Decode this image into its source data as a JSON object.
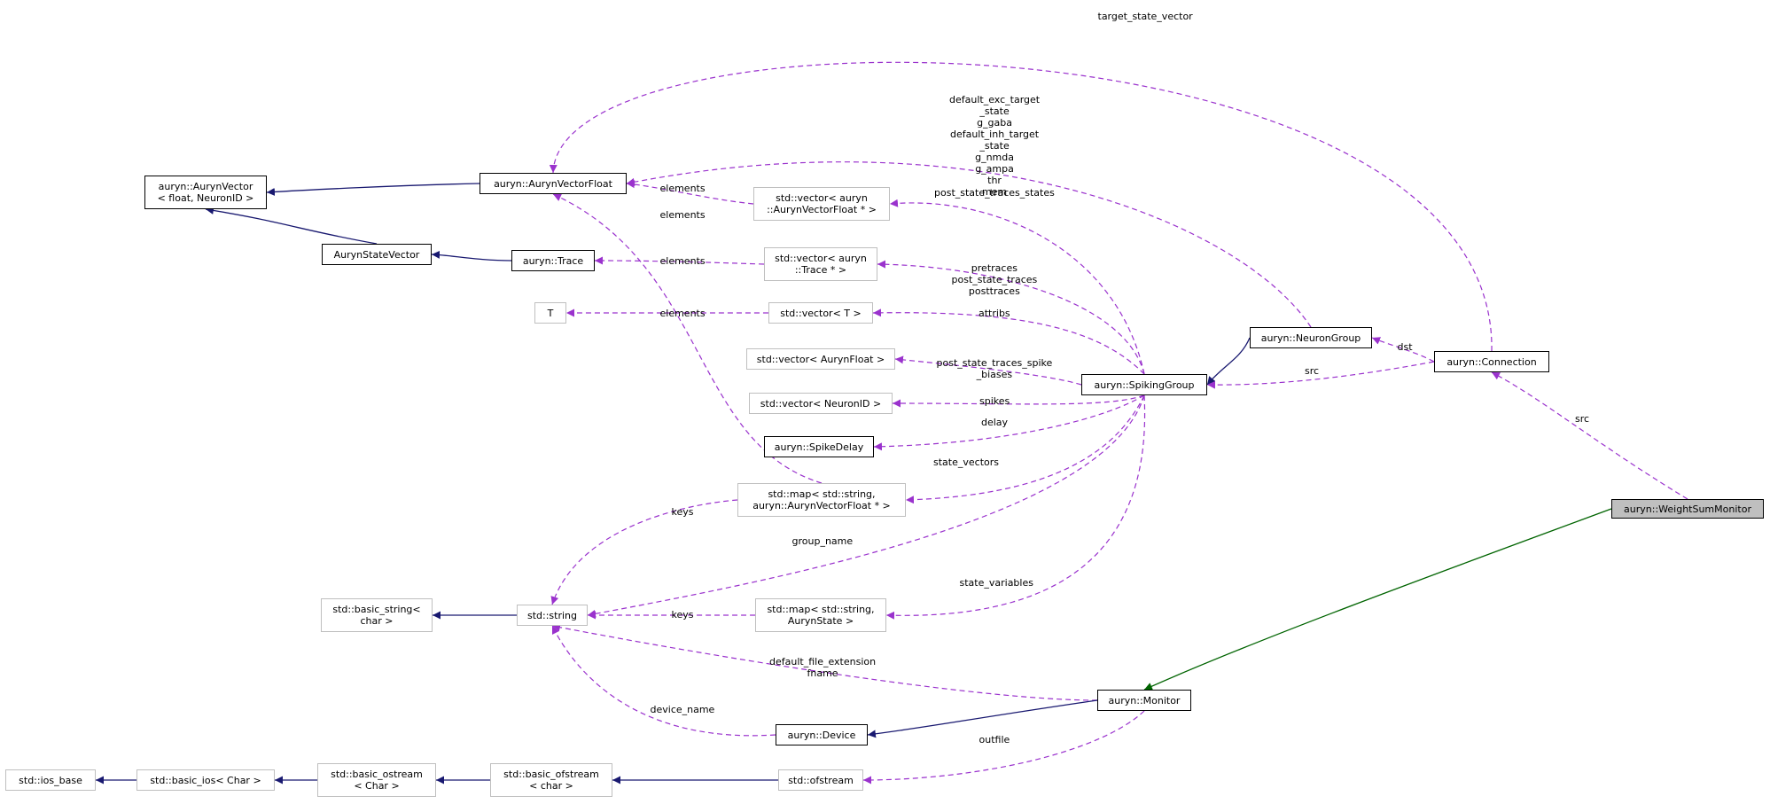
{
  "colors": {
    "inheritance": "#191970",
    "public_inheritance": "#006400",
    "usage": "#9a32cd",
    "focus_fill": "#bfbfbf",
    "external_border": "#bfbfbf",
    "documented_border": "#000000"
  },
  "nodes": [
    {
      "id": "weightsummonitor",
      "lines": [
        "auryn::WeightSumMonitor"
      ],
      "kind": "focus"
    },
    {
      "id": "connection",
      "lines": [
        "auryn::Connection"
      ],
      "kind": "doc"
    },
    {
      "id": "neurongroup",
      "lines": [
        "auryn::NeuronGroup"
      ],
      "kind": "doc"
    },
    {
      "id": "spikinggroup",
      "lines": [
        "auryn::SpikingGroup"
      ],
      "kind": "doc"
    },
    {
      "id": "monitor",
      "lines": [
        "auryn::Monitor"
      ],
      "kind": "doc"
    },
    {
      "id": "device",
      "lines": [
        "auryn::Device"
      ],
      "kind": "doc"
    },
    {
      "id": "aurynvectorfloat",
      "lines": [
        "auryn::AurynVectorFloat"
      ],
      "kind": "doc"
    },
    {
      "id": "aurynvector",
      "lines": [
        "auryn::AurynVector",
        "< float, NeuronID >"
      ],
      "kind": "doc"
    },
    {
      "id": "aurynstatevector",
      "lines": [
        "AurynStateVector"
      ],
      "kind": "doc"
    },
    {
      "id": "trace",
      "lines": [
        "auryn::Trace"
      ],
      "kind": "doc"
    },
    {
      "id": "spikedelay",
      "lines": [
        "auryn::SpikeDelay"
      ],
      "kind": "doc"
    },
    {
      "id": "vec-avf",
      "lines": [
        "std::vector< auryn",
        "::AurynVectorFloat * >"
      ],
      "kind": "ext"
    },
    {
      "id": "vec-trace",
      "lines": [
        "std::vector< auryn",
        "::Trace * >"
      ],
      "kind": "ext"
    },
    {
      "id": "vec-t",
      "lines": [
        "std::vector< T >"
      ],
      "kind": "ext"
    },
    {
      "id": "t",
      "lines": [
        "T"
      ],
      "kind": "ext"
    },
    {
      "id": "vec-aurynfloat",
      "lines": [
        "std::vector< AurynFloat >"
      ],
      "kind": "ext"
    },
    {
      "id": "vec-neuronid",
      "lines": [
        "std::vector< NeuronID >"
      ],
      "kind": "ext"
    },
    {
      "id": "map-avf",
      "lines": [
        "std::map< std::string,",
        "auryn::AurynVectorFloat * >"
      ],
      "kind": "ext"
    },
    {
      "id": "map-state",
      "lines": [
        "std::map< std::string,",
        "AurynState >"
      ],
      "kind": "ext"
    },
    {
      "id": "string",
      "lines": [
        "std::string"
      ],
      "kind": "ext"
    },
    {
      "id": "basic-string",
      "lines": [
        "std::basic_string<",
        "char >"
      ],
      "kind": "ext"
    },
    {
      "id": "ofstream",
      "lines": [
        "std::ofstream"
      ],
      "kind": "ext"
    },
    {
      "id": "basic-ofstream",
      "lines": [
        "std::basic_ofstream",
        "< char >"
      ],
      "kind": "ext"
    },
    {
      "id": "basic-ostream",
      "lines": [
        "std::basic_ostream",
        "< Char >"
      ],
      "kind": "ext"
    },
    {
      "id": "basic-ios",
      "lines": [
        "std::basic_ios< Char >"
      ],
      "kind": "ext"
    },
    {
      "id": "ios-base",
      "lines": [
        "std::ios_base"
      ],
      "kind": "ext"
    }
  ],
  "edges": [
    {
      "from": "weightsummonitor",
      "to": "connection",
      "type": "usage",
      "label": [
        "src"
      ]
    },
    {
      "from": "weightsummonitor",
      "to": "monitor",
      "type": "public_inheritance",
      "label": []
    },
    {
      "from": "connection",
      "to": "neurongroup",
      "type": "usage",
      "label": [
        "dst"
      ]
    },
    {
      "from": "connection",
      "to": "spikinggroup",
      "type": "usage",
      "label": [
        "src"
      ]
    },
    {
      "from": "connection",
      "to": "aurynvectorfloat",
      "type": "usage",
      "label": [
        "target_state_vector"
      ]
    },
    {
      "from": "neurongroup",
      "to": "spikinggroup",
      "type": "inheritance",
      "label": []
    },
    {
      "from": "neurongroup",
      "to": "aurynvectorfloat",
      "type": "usage",
      "label": [
        "default_exc_target",
        "_state",
        "g_gaba",
        "default_inh_target",
        "_state",
        "g_nmda",
        "g_ampa",
        "thr",
        "mem"
      ]
    },
    {
      "from": "aurynvectorfloat",
      "to": "aurynvector",
      "type": "inheritance",
      "label": []
    },
    {
      "from": "aurynstatevector",
      "to": "aurynvector",
      "type": "inheritance",
      "label": []
    },
    {
      "from": "trace",
      "to": "aurynstatevector",
      "type": "inheritance",
      "label": []
    },
    {
      "from": "vec-avf",
      "to": "aurynvectorfloat",
      "type": "usage",
      "label": [
        "elements"
      ]
    },
    {
      "from": "map-avf",
      "to": "aurynvectorfloat",
      "type": "usage",
      "label": [
        "elements"
      ]
    },
    {
      "from": "vec-trace",
      "to": "trace",
      "type": "usage",
      "label": [
        "elements"
      ]
    },
    {
      "from": "vec-t",
      "to": "t",
      "type": "usage",
      "label": [
        "elements"
      ]
    },
    {
      "from": "spikinggroup",
      "to": "vec-avf",
      "type": "usage",
      "label": [
        "post_state_traces_states"
      ]
    },
    {
      "from": "spikinggroup",
      "to": "vec-trace",
      "type": "usage",
      "label": [
        "pretraces",
        "post_state_traces",
        "posttraces"
      ]
    },
    {
      "from": "spikinggroup",
      "to": "vec-t",
      "type": "usage",
      "label": [
        "attribs"
      ]
    },
    {
      "from": "spikinggroup",
      "to": "vec-aurynfloat",
      "type": "usage",
      "label": [
        "post_state_traces_spike",
        "_biases"
      ]
    },
    {
      "from": "spikinggroup",
      "to": "vec-neuronid",
      "type": "usage",
      "label": [
        "spikes"
      ]
    },
    {
      "from": "spikinggroup",
      "to": "spikedelay",
      "type": "usage",
      "label": [
        "delay"
      ]
    },
    {
      "from": "spikinggroup",
      "to": "map-avf",
      "type": "usage",
      "label": [
        "state_vectors"
      ]
    },
    {
      "from": "spikinggroup",
      "to": "string",
      "type": "usage",
      "label": [
        "group_name"
      ]
    },
    {
      "from": "spikinggroup",
      "to": "map-state",
      "type": "usage",
      "label": [
        "state_variables"
      ]
    },
    {
      "from": "map-avf",
      "to": "string",
      "type": "usage",
      "label": [
        "keys"
      ]
    },
    {
      "from": "map-state",
      "to": "string",
      "type": "usage",
      "label": [
        "keys"
      ]
    },
    {
      "from": "string",
      "to": "basic-string",
      "type": "inheritance",
      "label": []
    },
    {
      "from": "monitor",
      "to": "string",
      "type": "usage",
      "label": [
        "default_file_extension",
        "fname"
      ]
    },
    {
      "from": "monitor",
      "to": "device",
      "type": "inheritance",
      "label": []
    },
    {
      "from": "monitor",
      "to": "ofstream",
      "type": "usage",
      "label": [
        "outfile"
      ]
    },
    {
      "from": "device",
      "to": "string",
      "type": "usage",
      "label": [
        "device_name"
      ]
    },
    {
      "from": "ofstream",
      "to": "basic-ofstream",
      "type": "inheritance",
      "label": []
    },
    {
      "from": "basic-ofstream",
      "to": "basic-ostream",
      "type": "inheritance",
      "label": []
    },
    {
      "from": "basic-ostream",
      "to": "basic-ios",
      "type": "inheritance",
      "label": []
    },
    {
      "from": "basic-ios",
      "to": "ios-base",
      "type": "inheritance",
      "label": []
    }
  ]
}
